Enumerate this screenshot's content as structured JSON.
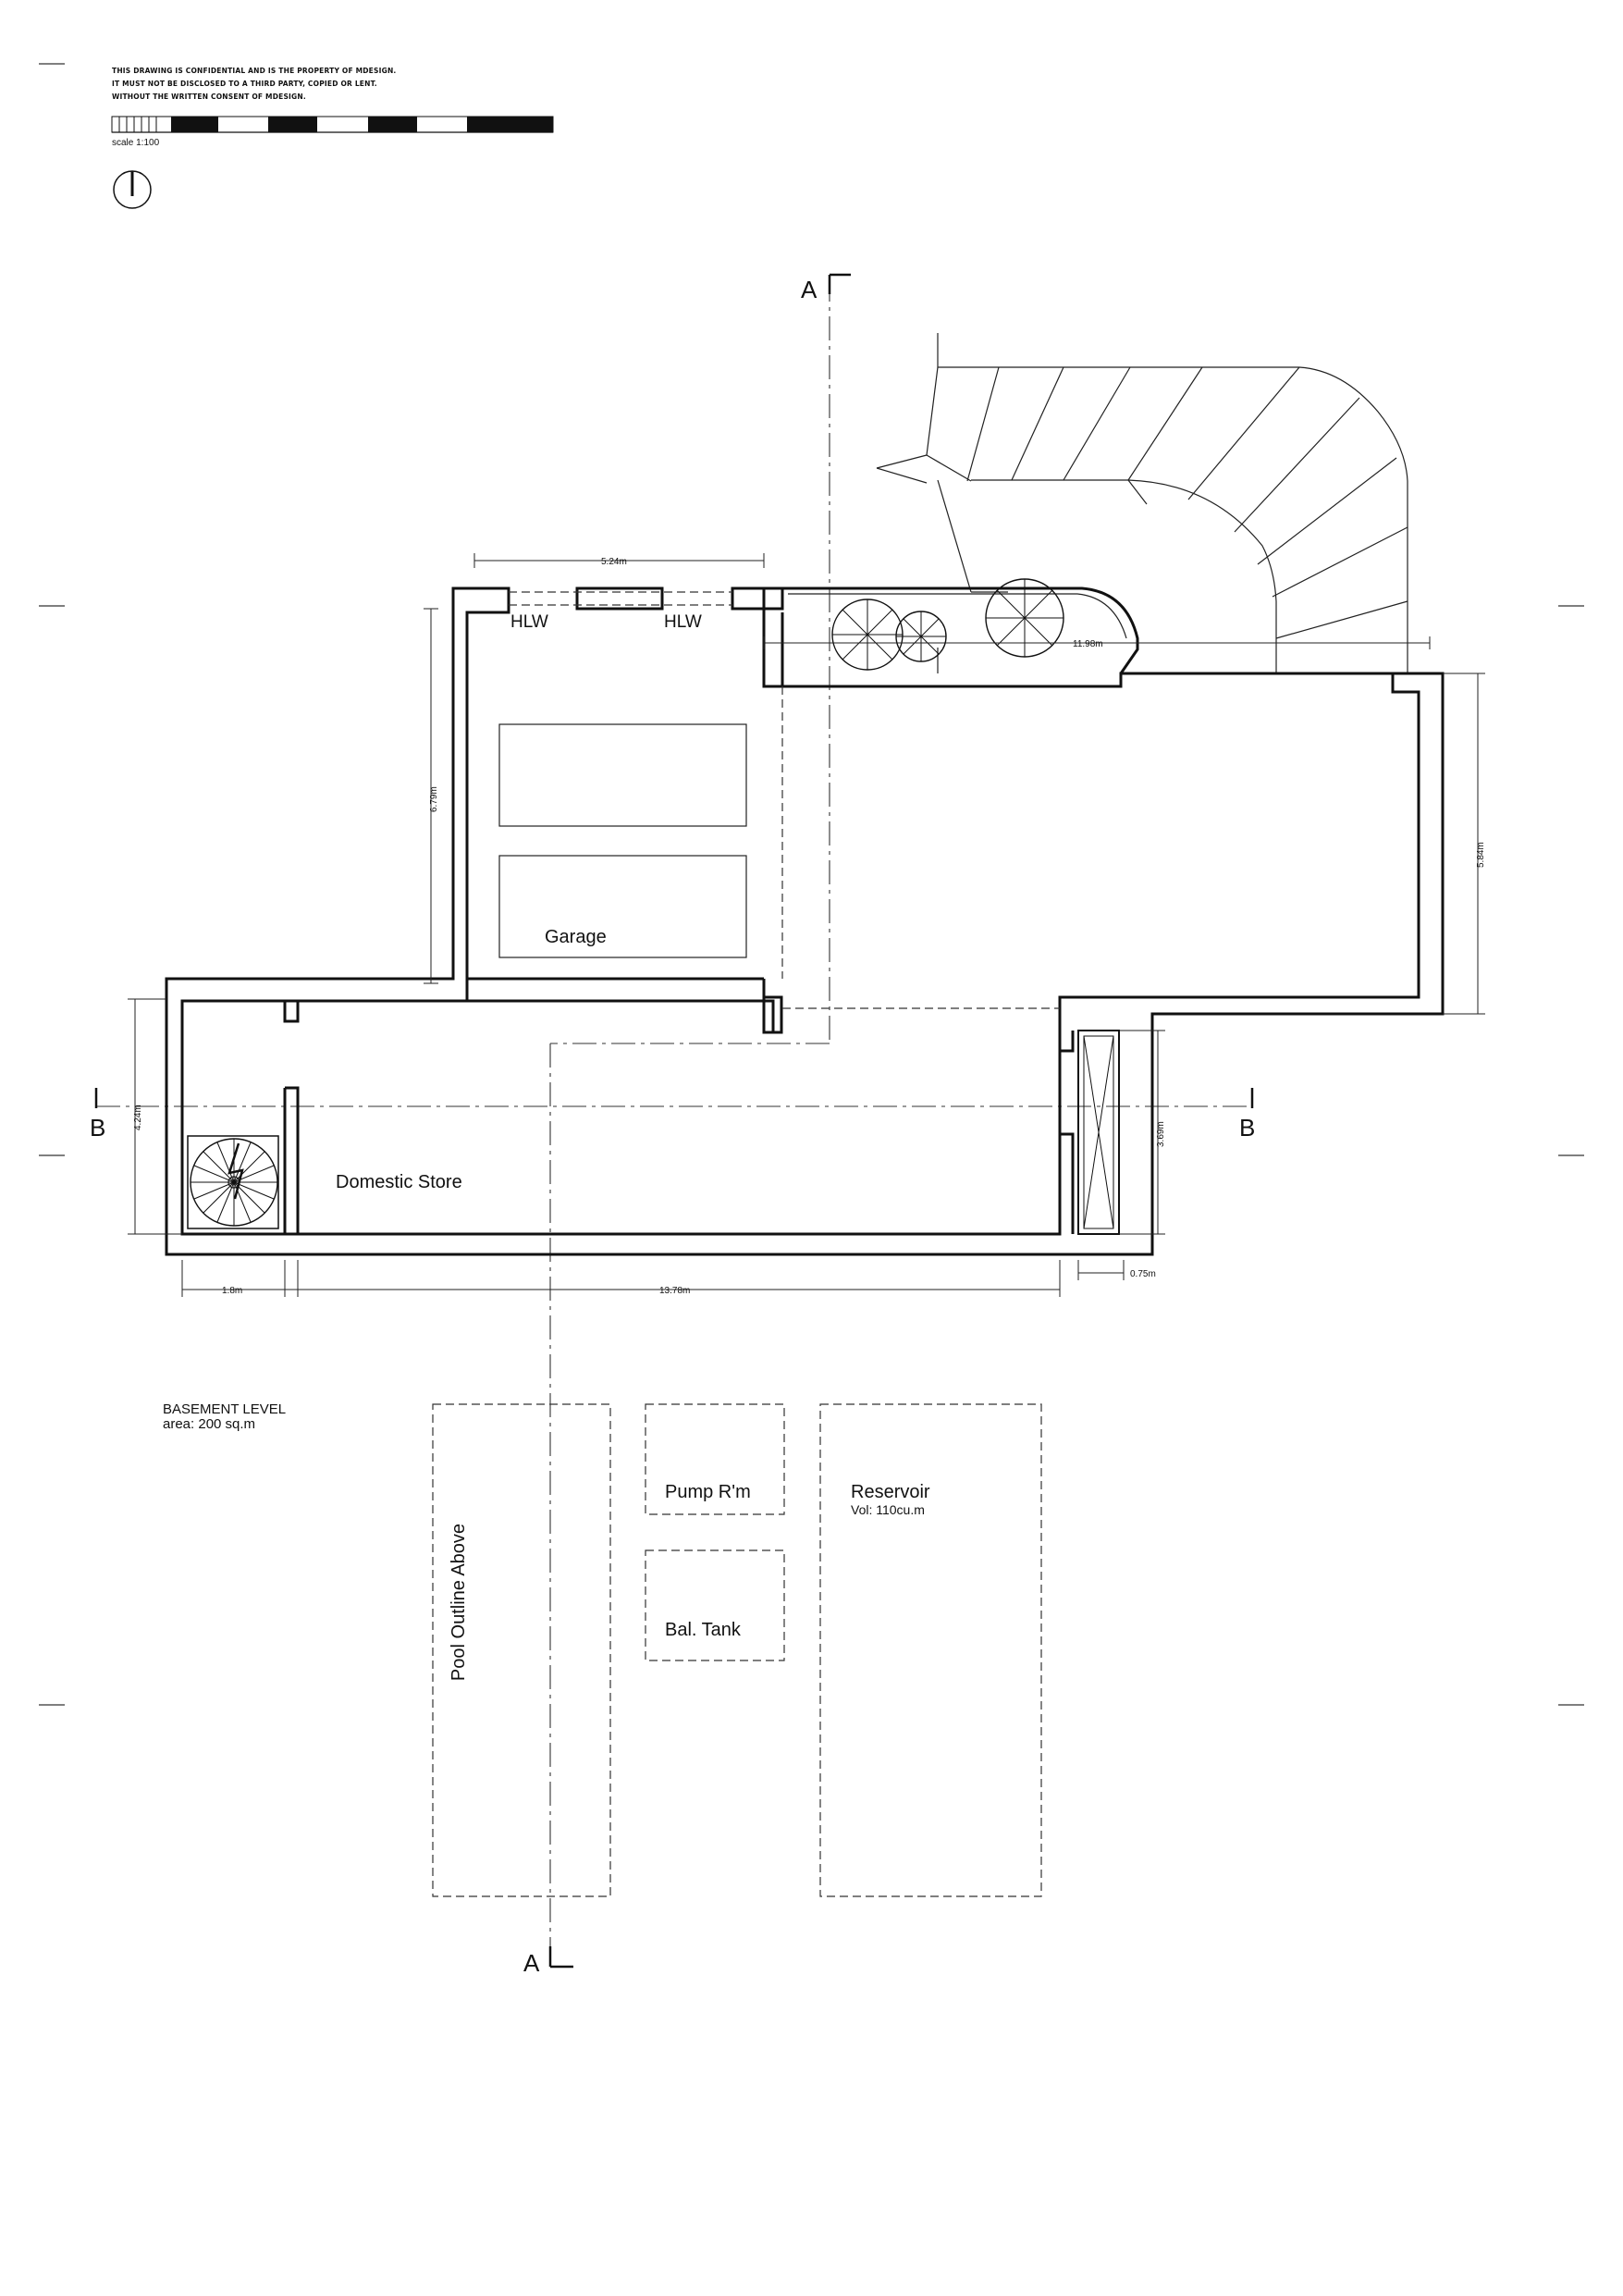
{
  "notes": {
    "line1": "THIS DRAWING IS CONFIDENTIAL AND IS THE PROPERTY OF MDESIGN.",
    "line2": "IT MUST NOT BE DISCLOSED TO A THIRD PARTY, COPIED OR LENT.",
    "line3": "WITHOUT THE WRITTEN CONSENT OF MDESIGN.",
    "scale": "scale 1:100"
  },
  "section_marks": {
    "a": "A",
    "b": "B"
  },
  "rooms": {
    "hlw": "HLW",
    "garage": "Garage",
    "domestic_store": "Domestic Store",
    "pump_room": "Pump R'm",
    "balance_tank": "Bal. Tank",
    "reservoir": "Reservoir",
    "reservoir_volume": "Vol: 110cu.m",
    "pool_outline": "Pool Outline Above"
  },
  "dimensions": {
    "top_width": "5.24m",
    "left_height": "6.79m",
    "right_height": "5.84m",
    "stair_width": "11.98m",
    "store_height": "4.24m",
    "lift_height": "3.69m",
    "bottom_left": "1.8m",
    "bottom_main": "13.78m",
    "bottom_right": "0.75m"
  },
  "level": {
    "name": "BASEMENT LEVEL",
    "area": "area: 200 sq.m"
  }
}
